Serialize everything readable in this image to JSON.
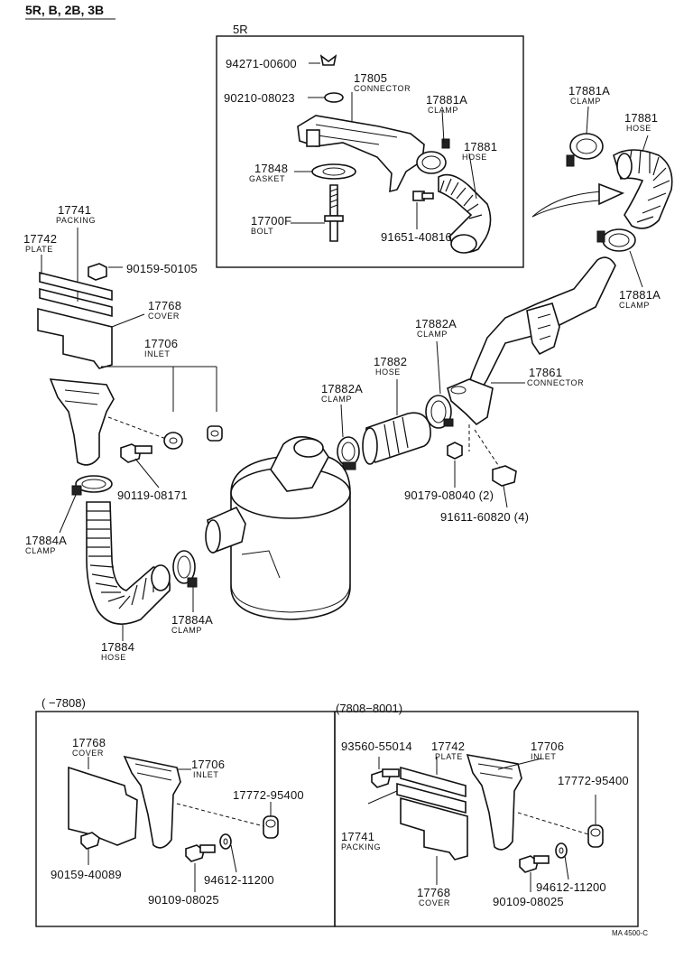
{
  "header": {
    "models": "5R, B, 2B, 3B",
    "inset_model": "5R",
    "section_left": "(       −7808)",
    "section_right": "(7808−8001)",
    "diagram_code": "MA 4500-C"
  },
  "labels": {
    "p94271_00600": "94271-00600",
    "p17805": "17805",
    "connector": "CONNECTOR",
    "p90210_08023": "90210-08023",
    "p17881A": "17881A",
    "clamp": "CLAMP",
    "p17881": "17881",
    "hose": "HOSE",
    "p17848": "17848",
    "gasket": "GASKET",
    "p17700F": "17700F",
    "bolt": "BOLT",
    "p91651_40816": "91651-40816",
    "p17741": "17741",
    "packing": "PACKING",
    "p17742": "17742",
    "plate": "PLATE",
    "p90159_50105": "90159-50105",
    "p17768": "17768",
    "cover": "COVER",
    "p17706": "17706",
    "inlet": "INLET",
    "p90119_08171": "90119-08171",
    "p17884A": "17884A",
    "p17884": "17884",
    "p17882A": "17882A",
    "p17882": "17882",
    "p17861": "17861",
    "p90179_08040": "90179-08040 (2)",
    "p91611_60820": "91611-60820 (4)",
    "p90159_40089": "90159-40089",
    "p17772_95400": "17772-95400",
    "p94612_11200": "94612-11200",
    "p90109_08025": "90109-08025",
    "p93560_55014": "93560-55014"
  }
}
